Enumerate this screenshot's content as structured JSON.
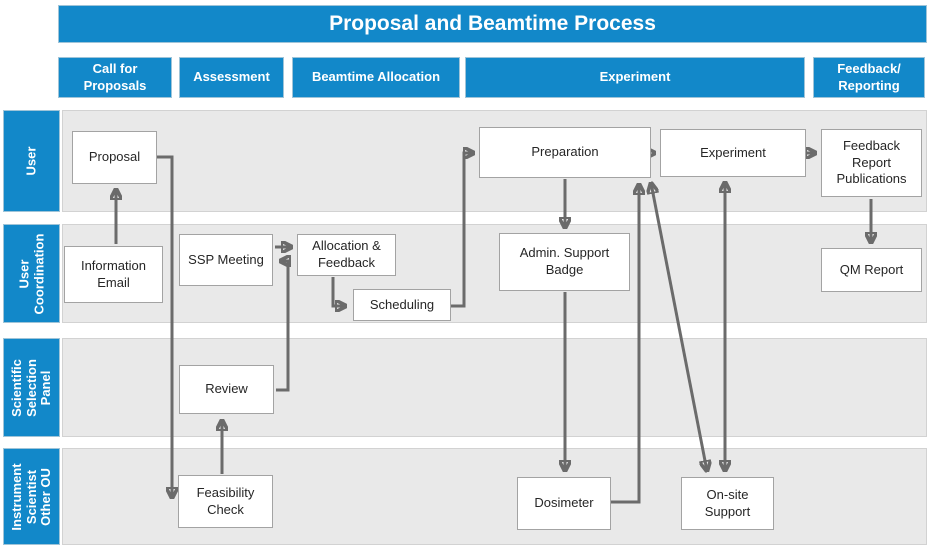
{
  "title": "Proposal and Beamtime Process",
  "colors": {
    "accent_blue": "#1288c9",
    "lane_fill": "#e9e9e9",
    "arrow_gray": "#6b6b6b",
    "box_border": "#a3a3a3"
  },
  "phases": [
    {
      "label": "Call for Proposals"
    },
    {
      "label": "Assessment"
    },
    {
      "label": "Beamtime Allocation"
    },
    {
      "label": "Experiment"
    },
    {
      "label": "Feedback/ Reporting"
    }
  ],
  "lanes": [
    {
      "label": "User"
    },
    {
      "label": "User Coordination"
    },
    {
      "label": "Scientific Selection Panel"
    },
    {
      "label": "Instrument Scientist Other OU"
    }
  ],
  "nodes": {
    "proposal": "Proposal",
    "preparation": "Preparation",
    "experiment": "Experiment",
    "feedback_report_publications": "Feedback Report Publications",
    "information_email": "Information Email",
    "ssp_meeting": "SSP Meeting",
    "allocation_feedback": "Allocation & Feedback",
    "scheduling": "Scheduling",
    "admin_support_badge": "Admin. Support Badge",
    "qm_report": "QM Report",
    "review": "Review",
    "feasibility_check": "Feasibility Check",
    "dosimeter": "Dosimeter",
    "on_site_support": "On-site Support"
  },
  "edges": [
    {
      "from": "information_email",
      "to": "proposal",
      "bidirectional": false
    },
    {
      "from": "proposal",
      "to": "feasibility_check",
      "bidirectional": false
    },
    {
      "from": "ssp_meeting",
      "to": "allocation_feedback",
      "bidirectional": false
    },
    {
      "from": "review",
      "to": "ssp_meeting",
      "bidirectional": false
    },
    {
      "from": "allocation_feedback",
      "to": "scheduling",
      "bidirectional": false
    },
    {
      "from": "scheduling",
      "to": "preparation",
      "bidirectional": false
    },
    {
      "from": "preparation",
      "to": "experiment",
      "bidirectional": false
    },
    {
      "from": "experiment",
      "to": "feedback_report_publications",
      "bidirectional": false
    },
    {
      "from": "preparation",
      "to": "admin_support_badge",
      "bidirectional": false
    },
    {
      "from": "admin_support_badge",
      "to": "dosimeter",
      "bidirectional": false
    },
    {
      "from": "dosimeter",
      "to": "preparation",
      "bidirectional": false
    },
    {
      "from": "feasibility_check",
      "to": "review",
      "bidirectional": false
    },
    {
      "from": "preparation",
      "to": "on_site_support",
      "bidirectional": true
    },
    {
      "from": "experiment",
      "to": "on_site_support",
      "bidirectional": true
    },
    {
      "from": "feedback_report_publications",
      "to": "qm_report",
      "bidirectional": false
    }
  ]
}
